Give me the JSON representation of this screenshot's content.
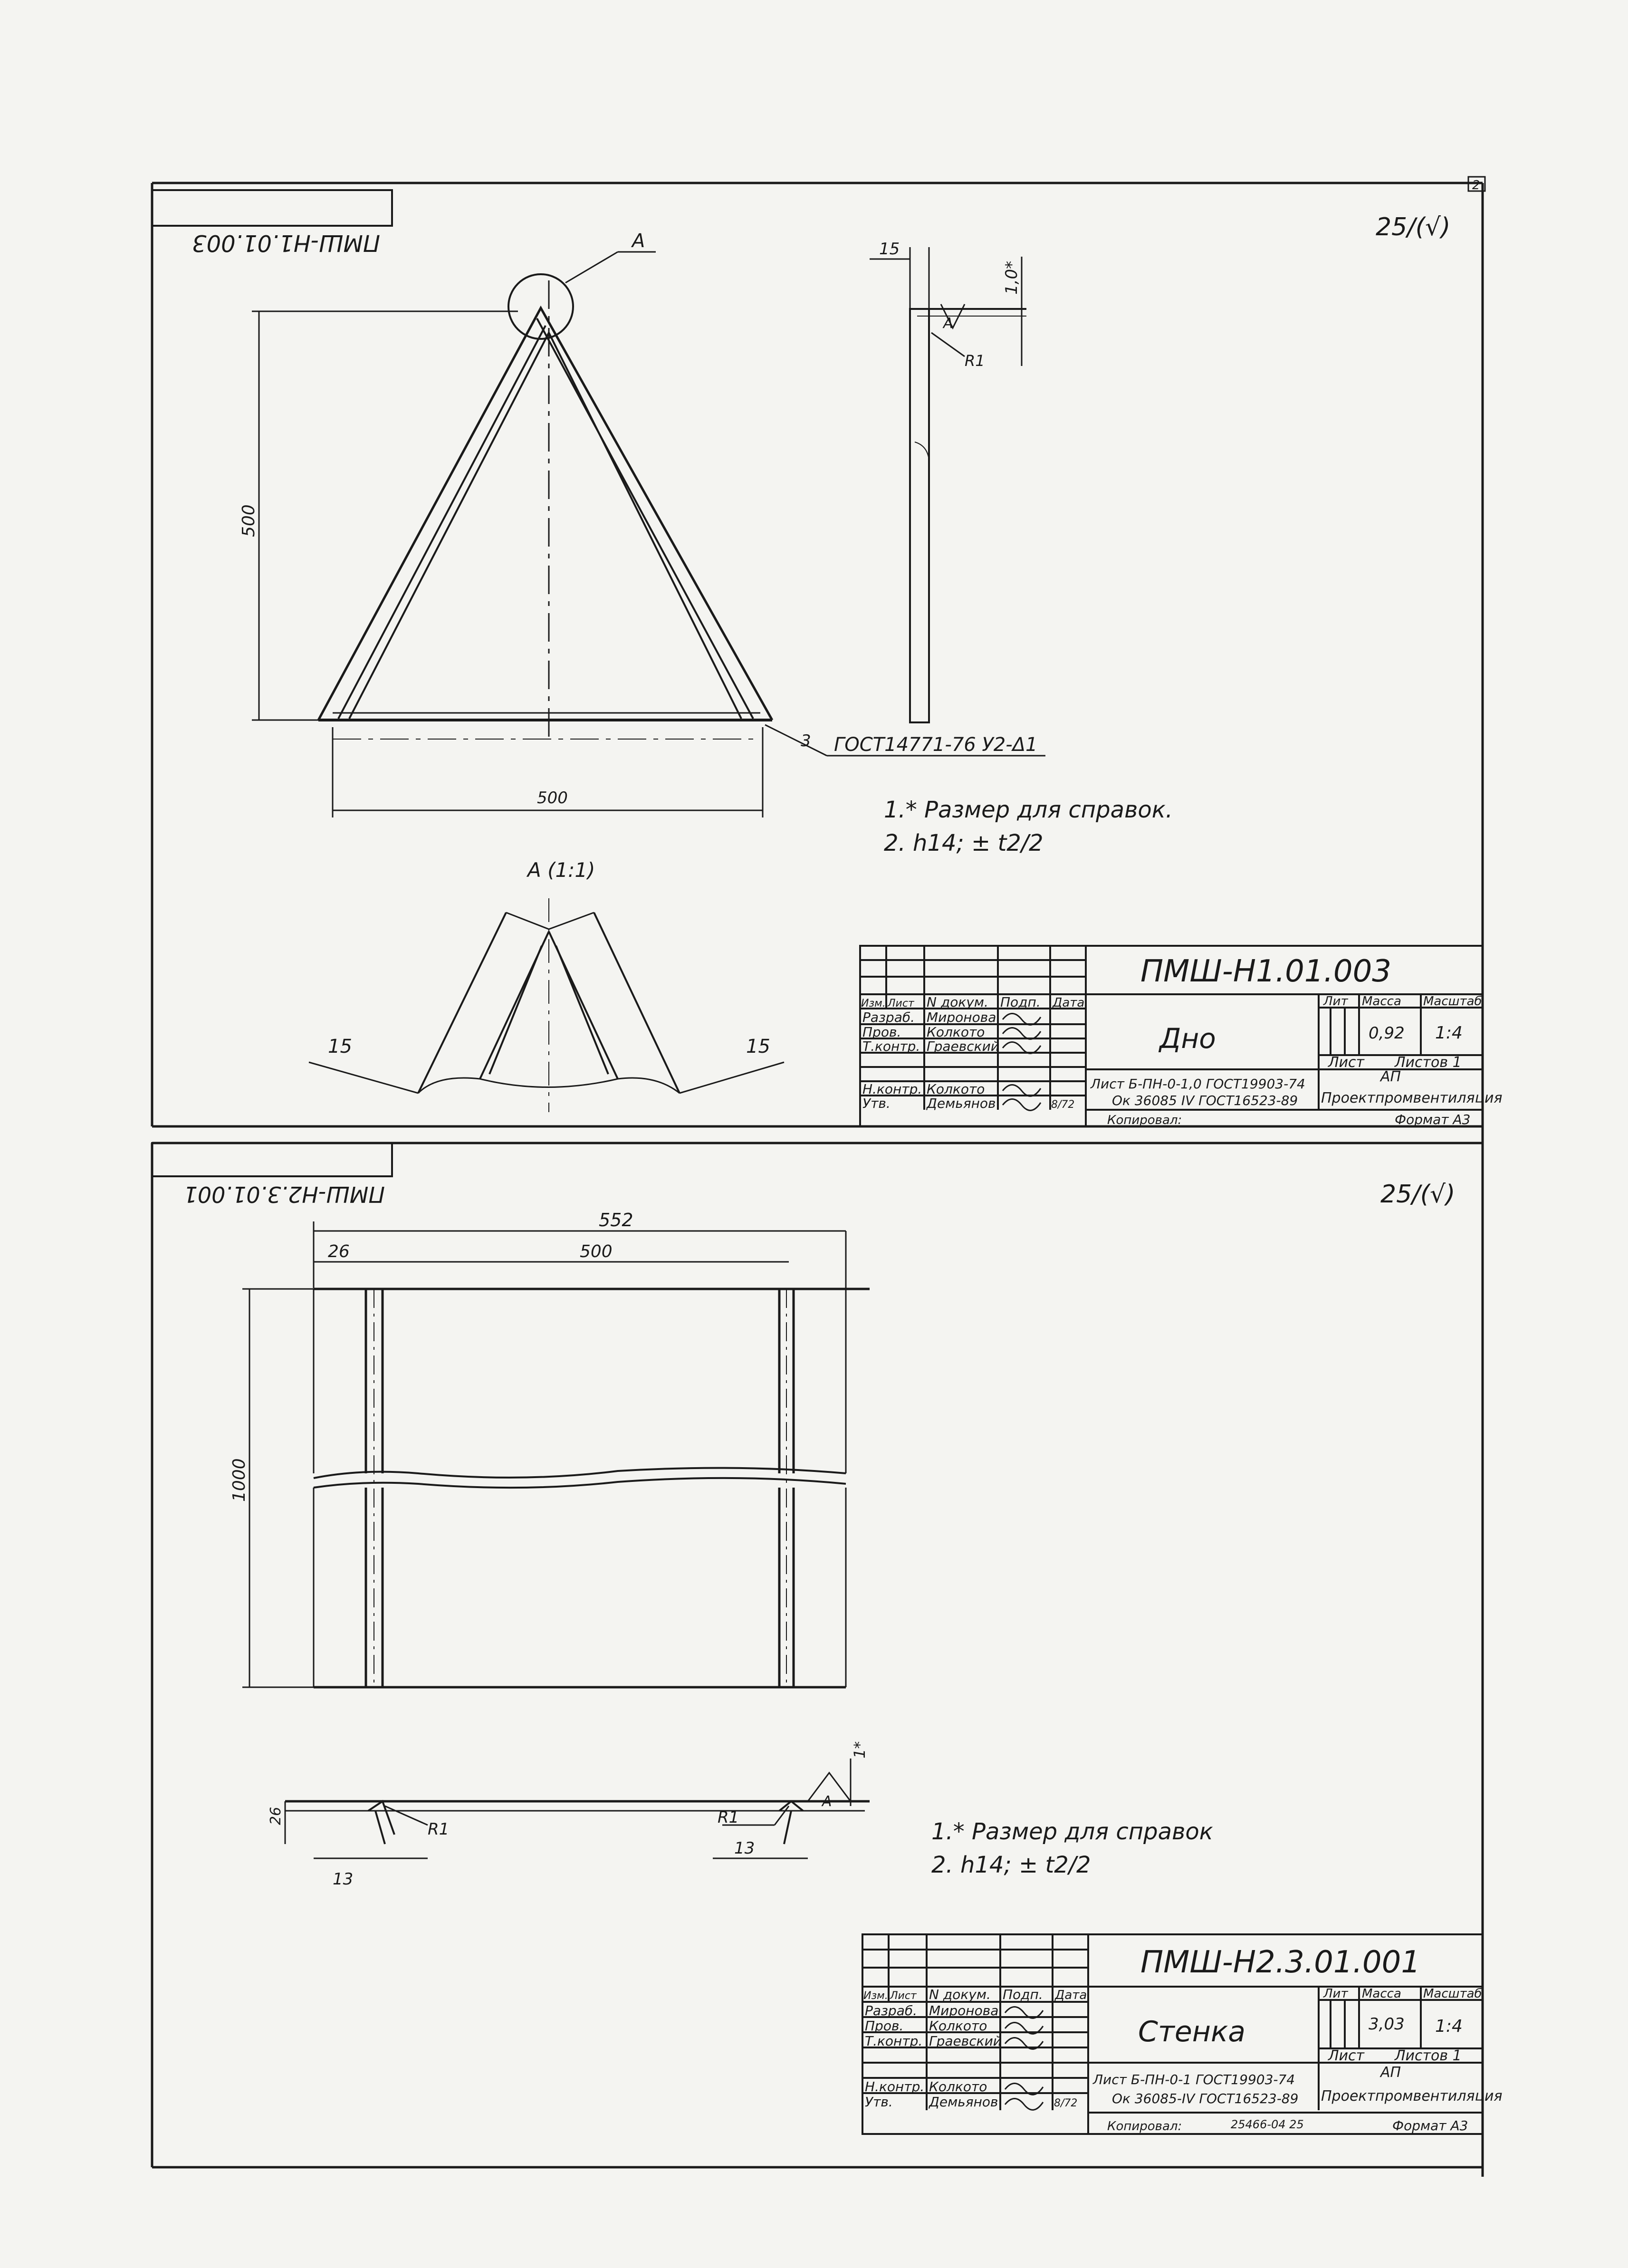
{
  "sheet1": {
    "stamp": "ПМШ-Н1.01.003",
    "roughness": "25/(√)",
    "callout_a": "А",
    "dim_height": "500",
    "dim_width": "500",
    "profile_dim_top": "15",
    "profile_dim_side": "1,0*",
    "profile_radius": "R1",
    "profile_a": "А",
    "weld_note": "ГОСТ14771-76 У2-Δ1",
    "weld_num": "3",
    "detail_title": "А (1:1)",
    "detail_dim_left": "15",
    "detail_dim_right": "15",
    "note1": "1.* Размер для справок.",
    "note2": "2. h14; ± t2/2",
    "title_block": {
      "code": "ПМШ-Н1.01.003",
      "name": "Дно",
      "hdr_lit": "Лит",
      "hdr_mass": "Масса",
      "hdr_scale": "Масштаб",
      "mass": "0,92",
      "scale": "1:4",
      "sheet_label": "Лист",
      "sheets_label": "Листов 1",
      "org_short": "АП",
      "org": "Проектпромвентиляция",
      "format": "Формат А3",
      "material_1": "Лист Б-ПН-0-1,0 ГОСТ19903-74",
      "material_2": "Ок 36085 IV ГОСТ16523-89",
      "copied": "Копировал:",
      "col_izm": "Изм.",
      "col_list": "Лист",
      "col_doc": "N докум.",
      "col_sign": "Подп.",
      "col_date": "Дата",
      "roles": [
        {
          "role": "Разраб.",
          "name": "Миронова"
        },
        {
          "role": "Пров.",
          "name": "Колкото"
        },
        {
          "role": "Т.контр.",
          "name": "Граевский"
        },
        {
          "role": "",
          "name": ""
        },
        {
          "role": "Н.контр.",
          "name": "Колкото"
        },
        {
          "role": "Утв.",
          "name": "Демьянов"
        }
      ],
      "date": "8/72"
    }
  },
  "sheet2": {
    "stamp": "ПМШ-Н2.3.01.001",
    "roughness": "25/(√)",
    "dim_total": "552",
    "dim_inner": "500",
    "dim_flange": "26",
    "dim_height": "1000",
    "profile_dim_left": "26",
    "profile_r_left": "R1",
    "profile_r_right": "R1",
    "profile_dim_13_left": "13",
    "profile_dim_13_right": "13",
    "profile_a": "А",
    "profile_1": "1*",
    "note1": "1.* Размер для справок",
    "note2": "2. h14; ± t2/2",
    "title_block": {
      "code": "ПМШ-Н2.3.01.001",
      "name": "Стенка",
      "hdr_lit": "Лит",
      "hdr_mass": "Масса",
      "hdr_scale": "Масштаб",
      "mass": "3,03",
      "scale": "1:4",
      "sheet_label": "Лист",
      "sheets_label": "Листов 1",
      "org_short": "АП",
      "org": "Проектпромвентиляция",
      "format": "Формат А3",
      "material_1": "Лист Б-ПН-0-1 ГОСТ19903-74",
      "material_2": "Ок 36085-IV ГОСТ16523-89",
      "copied": "Копировал:",
      "copied_num": "25466-04 25",
      "col_izm": "Изм.",
      "col_list": "Лист",
      "col_doc": "N докум.",
      "col_sign": "Подп.",
      "col_date": "Дата",
      "roles": [
        {
          "role": "Разраб.",
          "name": "Миронова"
        },
        {
          "role": "Пров.",
          "name": "Колкото"
        },
        {
          "role": "Т.контр.",
          "name": "Граевский"
        },
        {
          "role": "",
          "name": ""
        },
        {
          "role": "Н.контр.",
          "name": "Колкото"
        },
        {
          "role": "Утв.",
          "name": "Демьянов"
        }
      ],
      "date": "8/72"
    }
  },
  "corner_mark": "2"
}
